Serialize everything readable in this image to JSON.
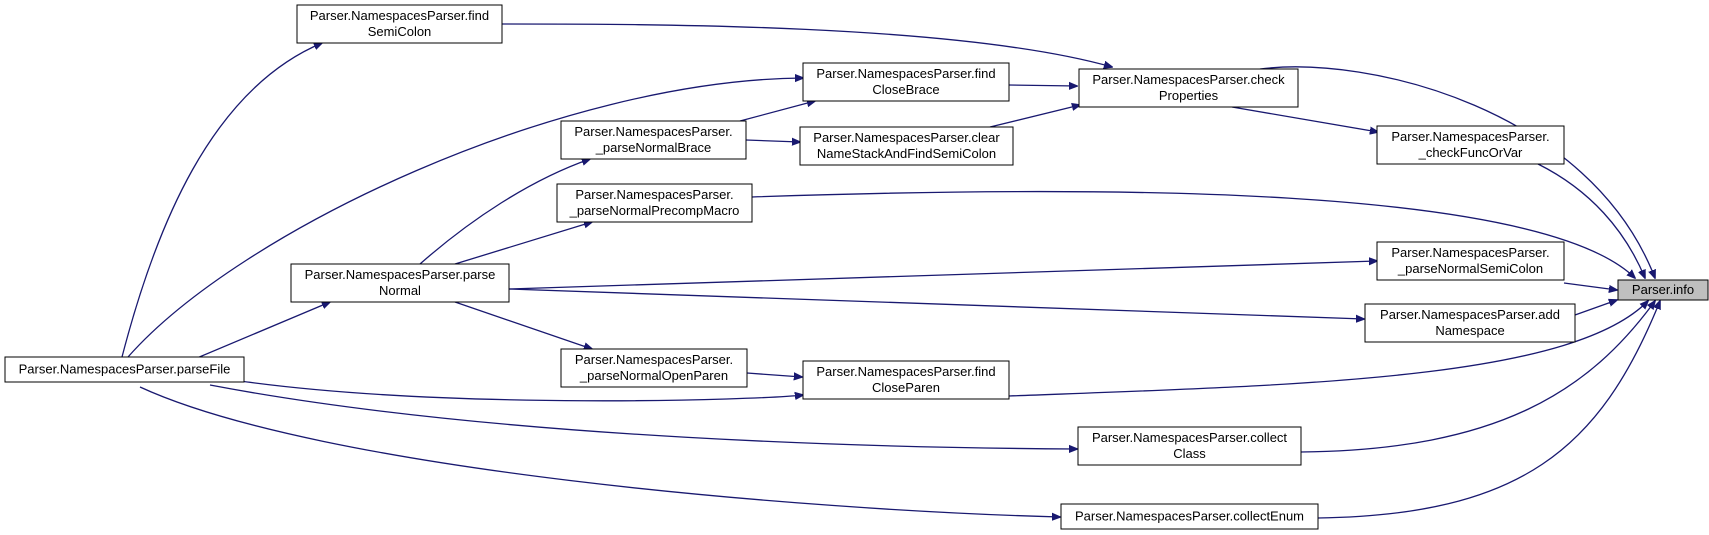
{
  "diagram": {
    "type": "call-graph",
    "colors": {
      "edge": "#191970",
      "node_fill": "#ffffff",
      "highlight_fill": "#bfbfbf",
      "border": "#000000"
    },
    "nodes": [
      {
        "id": "info",
        "lines": [
          "Parser.info"
        ],
        "highlight": true
      },
      {
        "id": "findSemiColon",
        "lines": [
          "Parser.NamespacesParser.find",
          "SemiColon"
        ]
      },
      {
        "id": "checkProperties",
        "lines": [
          "Parser.NamespacesParser.check",
          "Properties"
        ]
      },
      {
        "id": "findCloseBrace",
        "lines": [
          "Parser.NamespacesParser.find",
          "CloseBrace"
        ]
      },
      {
        "id": "parseNormalBrace",
        "lines": [
          "Parser.NamespacesParser.",
          "_parseNormalBrace"
        ]
      },
      {
        "id": "clearNameStack",
        "lines": [
          "Parser.NamespacesParser.clear",
          "NameStackAndFindSemiColon"
        ]
      },
      {
        "id": "checkFuncOrVar",
        "lines": [
          "Parser.NamespacesParser.",
          "_checkFuncOrVar"
        ]
      },
      {
        "id": "parseNormalPrecompMacro",
        "lines": [
          "Parser.NamespacesParser.",
          "_parseNormalPrecompMacro"
        ]
      },
      {
        "id": "parseNormalSemiColon",
        "lines": [
          "Parser.NamespacesParser.",
          "_parseNormalSemiColon"
        ]
      },
      {
        "id": "parseNormal",
        "lines": [
          "Parser.NamespacesParser.parse",
          "Normal"
        ]
      },
      {
        "id": "addNamespace",
        "lines": [
          "Parser.NamespacesParser.add",
          "Namespace"
        ]
      },
      {
        "id": "parseFile",
        "lines": [
          "Parser.NamespacesParser.parseFile"
        ]
      },
      {
        "id": "parseNormalOpenParen",
        "lines": [
          "Parser.NamespacesParser.",
          "_parseNormalOpenParen"
        ]
      },
      {
        "id": "findCloseParen",
        "lines": [
          "Parser.NamespacesParser.find",
          "CloseParen"
        ]
      },
      {
        "id": "collectClass",
        "lines": [
          "Parser.NamespacesParser.collect",
          "Class"
        ]
      },
      {
        "id": "collectEnum",
        "lines": [
          "Parser.NamespacesParser.collectEnum"
        ]
      }
    ],
    "edges": [
      {
        "from": "findSemiColon",
        "to": "checkProperties"
      },
      {
        "from": "parseFile",
        "to": "findSemiColon"
      },
      {
        "from": "checkProperties",
        "to": "info"
      },
      {
        "from": "checkProperties",
        "to": "checkFuncOrVar"
      },
      {
        "from": "findCloseBrace",
        "to": "checkProperties"
      },
      {
        "from": "clearNameStack",
        "to": "checkProperties"
      },
      {
        "from": "parseNormalBrace",
        "to": "findCloseBrace"
      },
      {
        "from": "parseNormalBrace",
        "to": "clearNameStack"
      },
      {
        "from": "parseFile",
        "to": "findCloseBrace"
      },
      {
        "from": "checkFuncOrVar",
        "to": "info"
      },
      {
        "from": "parseNormalPrecompMacro",
        "to": "info"
      },
      {
        "from": "parseNormal",
        "to": "parseNormalBrace"
      },
      {
        "from": "parseNormal",
        "to": "parseNormalPrecompMacro"
      },
      {
        "from": "parseNormal",
        "to": "parseNormalSemiColon"
      },
      {
        "from": "parseNormal",
        "to": "addNamespace"
      },
      {
        "from": "parseNormal",
        "to": "parseNormalOpenParen"
      },
      {
        "from": "parseNormalSemiColon",
        "to": "info"
      },
      {
        "from": "addNamespace",
        "to": "info"
      },
      {
        "from": "parseFile",
        "to": "parseNormal"
      },
      {
        "from": "parseFile",
        "to": "findCloseParen"
      },
      {
        "from": "parseFile",
        "to": "collectClass"
      },
      {
        "from": "parseFile",
        "to": "collectEnum"
      },
      {
        "from": "parseNormalOpenParen",
        "to": "findCloseParen"
      },
      {
        "from": "findCloseParen",
        "to": "info"
      },
      {
        "from": "collectClass",
        "to": "info"
      },
      {
        "from": "collectEnum",
        "to": "info"
      }
    ]
  }
}
